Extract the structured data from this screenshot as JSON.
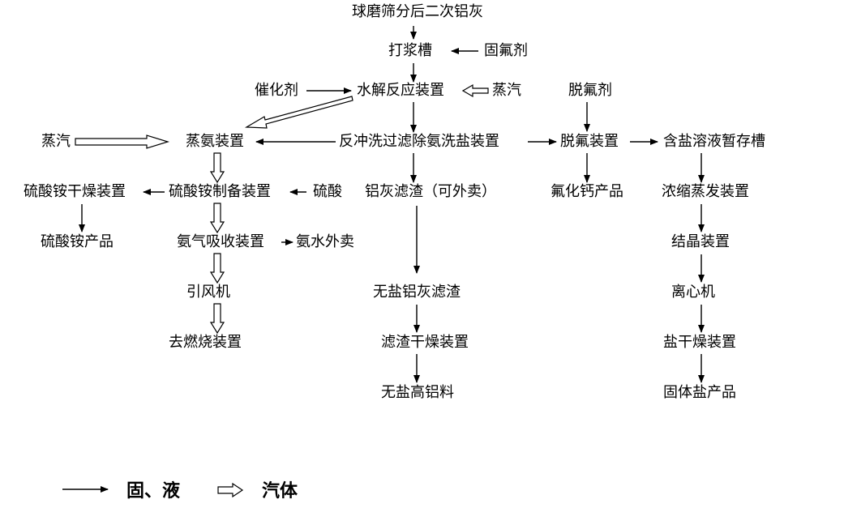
{
  "title": "球磨筛分后二次铝灰",
  "nodes": {
    "slurry_tank": "打浆槽",
    "fixing_agent": "固氟剂",
    "catalyst": "催化剂",
    "hydrolysis": "水解反应装置",
    "steam_right": "蒸汽",
    "defluorinating_agent": "脱氟剂",
    "steam_left": "蒸汽",
    "ammonia_evaporator": "蒸氨装置",
    "backwash": "反冲洗过滤除氨洗盐装置",
    "defluorination": "脱氟装置",
    "salt_tank": "含盐溶液暂存槽",
    "as_dryer": "硫酸铵干燥装置",
    "as_prep": "硫酸铵制备装置",
    "sulfuric_acid": "硫酸",
    "al_filter_residue": "铝灰滤渣（可外卖）",
    "caf2_product": "氟化钙产品",
    "concentrator": "浓缩蒸发装置",
    "as_product": "硫酸铵产品",
    "ammonia_absorber": "氨气吸收装置",
    "ammonia_water": "氨水外卖",
    "crystallizer": "结晶装置",
    "induced_fan": "引风机",
    "saltfree_residue": "无盐铝灰滤渣",
    "centrifuge": "离心机",
    "incinerator": "去燃烧装置",
    "residue_dryer": "滤渣干燥装置",
    "salt_dryer": "盐干燥装置",
    "high_al_material": "无盐高铝料",
    "solid_salt": "固体盐产品"
  },
  "legend": {
    "solid_liquid": "固、液",
    "gas": "汽体"
  }
}
